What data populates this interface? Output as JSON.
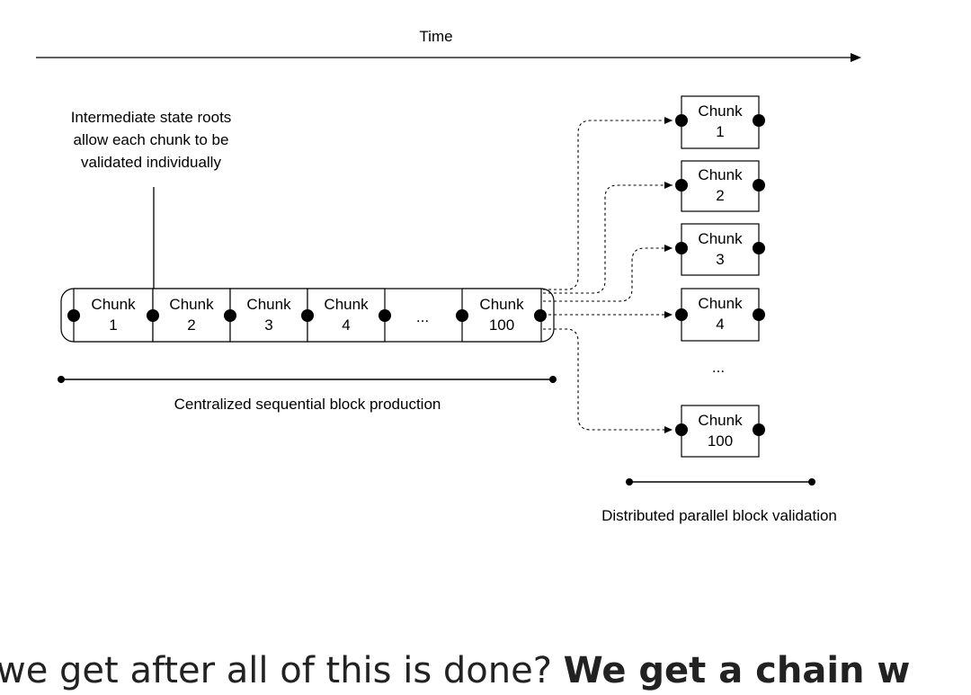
{
  "time_label": "Time",
  "annotation": [
    "Intermediate state roots",
    "allow each chunk to be",
    "validated individually"
  ],
  "sequential": {
    "chunks": [
      {
        "word": "Chunk",
        "num": "1"
      },
      {
        "word": "Chunk",
        "num": "2"
      },
      {
        "word": "Chunk",
        "num": "3"
      },
      {
        "word": "Chunk",
        "num": "4"
      }
    ],
    "ellipsis": "...",
    "last": {
      "word": "Chunk",
      "num": "100"
    },
    "label": "Centralized sequential block production"
  },
  "parallel": {
    "chunks": [
      {
        "word": "Chunk",
        "num": "1"
      },
      {
        "word": "Chunk",
        "num": "2"
      },
      {
        "word": "Chunk",
        "num": "3"
      },
      {
        "word": "Chunk",
        "num": "4"
      }
    ],
    "ellipsis": "...",
    "last": {
      "word": "Chunk",
      "num": "100"
    },
    "label": "Distributed parallel block validation"
  },
  "bottom_text": {
    "plain": "we get after all of this is done? ",
    "bold": "We get a chain w"
  }
}
